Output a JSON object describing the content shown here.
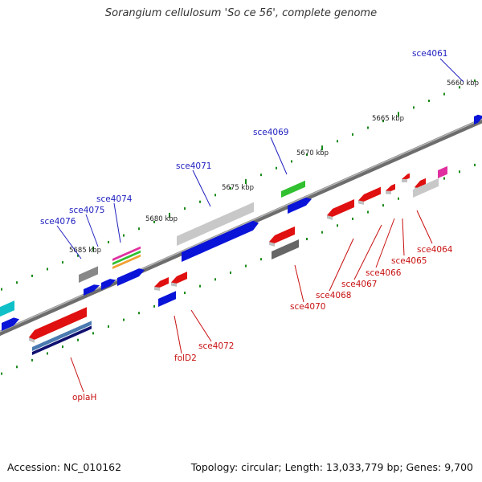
{
  "title": "Sorangium cellulosum 'So ce 56', complete genome",
  "footer": {
    "accession": "Accession: NC_010162",
    "summary": "Topology: circular; Length: 13,033,779 bp; Genes: 9,700"
  },
  "scale_labels": [
    "5660 kbp",
    "5665 kbp",
    "5670 kbp",
    "5675 kbp",
    "5680 kbp",
    "5685 kbp"
  ],
  "gene_labels_blue": [
    "sce4061",
    "sce4069",
    "sce4071",
    "sce4074",
    "sce4075",
    "sce4076"
  ],
  "gene_labels_red": [
    "sce4064",
    "sce4065",
    "sce4066",
    "sce4067",
    "sce4068",
    "sce4070",
    "sce4072",
    "folD2",
    "oplaH"
  ],
  "colors": {
    "blue": "#0a14d8",
    "red": "#e01010",
    "grey": "#888888",
    "light_grey": "#c8c8c8",
    "green": "#30c030",
    "cyan": "#10c0c8",
    "magenta": "#e030a0",
    "navy": "#101070",
    "steel": "#4a7ab0",
    "dark_green_tick": "#1a8a1a"
  }
}
